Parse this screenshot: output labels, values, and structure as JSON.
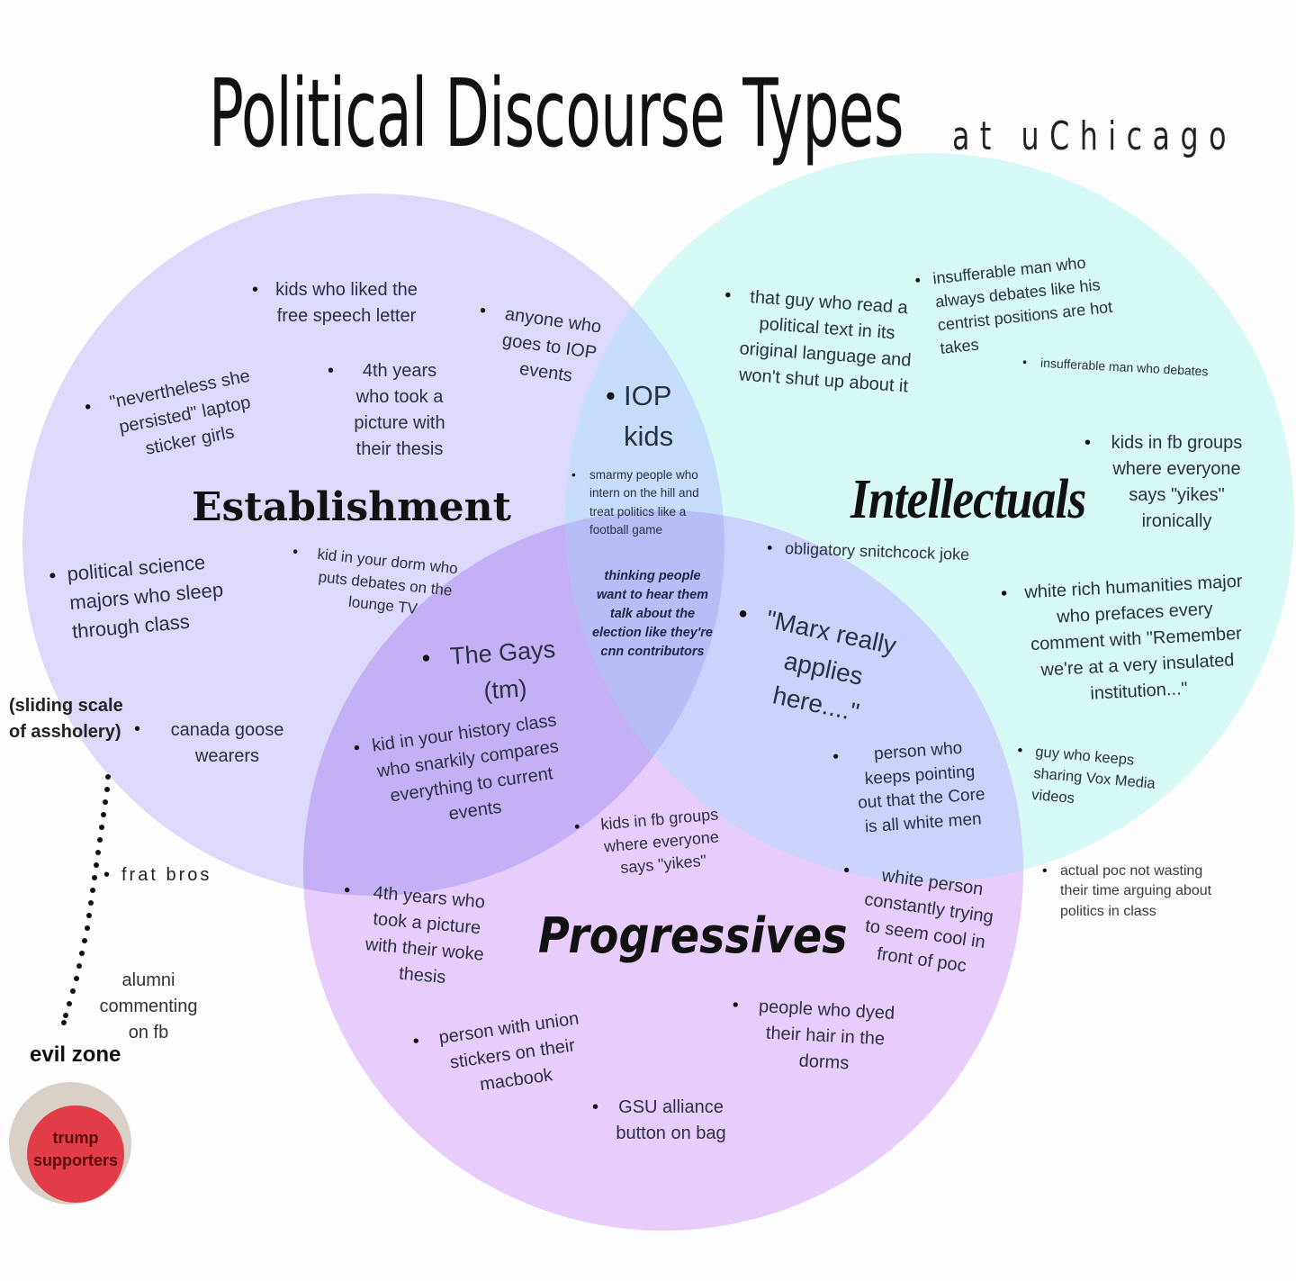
{
  "title": "Political Discourse Types",
  "subtitle": "at uChicago",
  "colors": {
    "establishment": "#dcd9fb",
    "intellectuals": "#d7faf7",
    "progressives": "#e6cdfb",
    "est_int_overlap": "#c5dcfb",
    "est_prog_overlap": "#c4b0f6",
    "int_prog_overlap": "#cbd2fb",
    "center_overlap": "#b9bdf7",
    "evil_zone_outer": "#d9d0c8",
    "trump_red": "#e23c46"
  },
  "groups": {
    "establishment": {
      "heading": "Establishment",
      "items": [
        "kids who liked the free speech letter",
        "anyone who goes to IOP events",
        "\"nevertheless she persisted\" laptop sticker girls",
        "4th years who took a picture with their thesis",
        "political science majors who sleep through class",
        "kid in your dorm who puts debates on the lounge TV",
        "canada goose wearers"
      ]
    },
    "intellectuals": {
      "heading": "Intellectuals",
      "items": [
        "that guy who read a political text in its original language and won't shut up about it",
        "insufferable man who always debates like his centrist positions are hot takes",
        "insufferable man who debates",
        "kids in fb groups where everyone says \"yikes\" ironically",
        "obligatory snitchcock joke",
        "white rich humanities major who prefaces every comment with \"Remember we're at a very insulated institution...\"",
        "guy who keeps sharing Vox Media videos"
      ]
    },
    "progressives": {
      "heading": "Progressives",
      "items": [
        "kids in fb groups where everyone says \"yikes\"",
        "4th years who took a picture with their woke thesis",
        "white person constantly trying to seem cool in front of poc",
        "person with union stickers on their macbook",
        "people who dyed their hair in the dorms",
        "GSU alliance button on bag"
      ]
    },
    "est_int": {
      "items": [
        "IOP kids",
        "smarmy people who intern on the hill and treat politics like a football game"
      ]
    },
    "est_prog": {
      "items": [
        "The Gays (tm)",
        "kid in your history class who snarkily compares everything to current events"
      ]
    },
    "int_prog": {
      "items": [
        "\"Marx really applies here....\"",
        "person who keeps pointing out that the Core is all white men"
      ]
    },
    "center": {
      "text": "thinking people want to hear them talk about the election like they're cnn contributors"
    }
  },
  "outside": {
    "poc": "actual poc not wasting their time arguing about politics in class",
    "sliding_scale": "(sliding scale of assholery)",
    "frat_bros": "frat bros",
    "alumni": "alumni commenting on fb",
    "evil_zone": "evil zone",
    "trump": "trump supporters"
  }
}
